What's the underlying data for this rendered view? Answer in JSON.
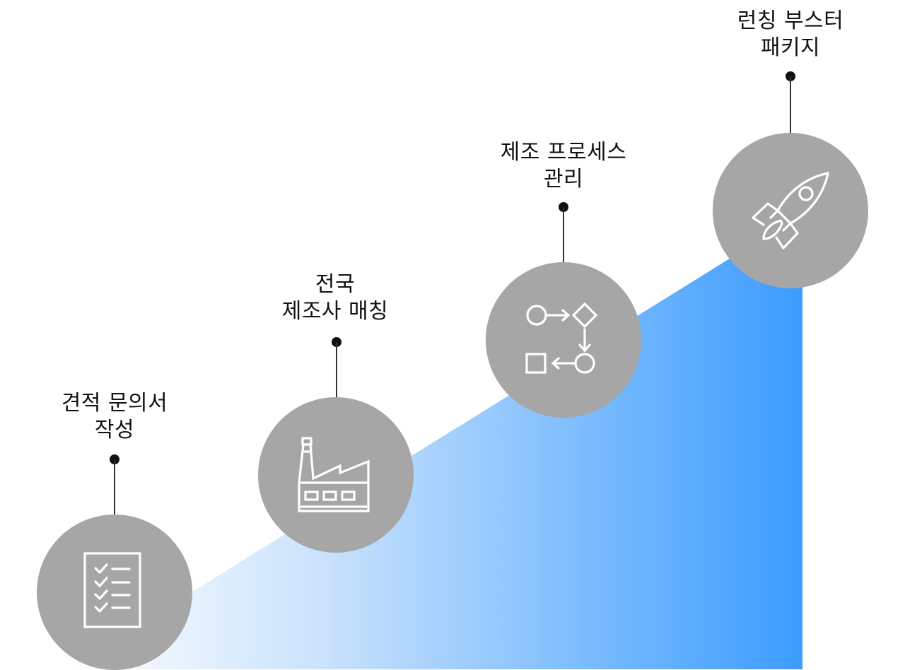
{
  "colors": {
    "circle": "#a6a6a6",
    "icon_stroke": "#ffffff",
    "gradient_start": "#ffffff",
    "gradient_end": "#3b9cff",
    "text": "#111111"
  },
  "steps": [
    {
      "label_lines": [
        "견적 문의서",
        "작성"
      ],
      "icon": "checklist-icon"
    },
    {
      "label_lines": [
        "전국",
        "제조사 매칭"
      ],
      "icon": "factory-icon"
    },
    {
      "label_lines": [
        "제조 프로세스",
        "관리"
      ],
      "icon": "process-flow-icon"
    },
    {
      "label_lines": [
        "런칭 부스터",
        "패키지"
      ],
      "icon": "rocket-icon"
    }
  ]
}
